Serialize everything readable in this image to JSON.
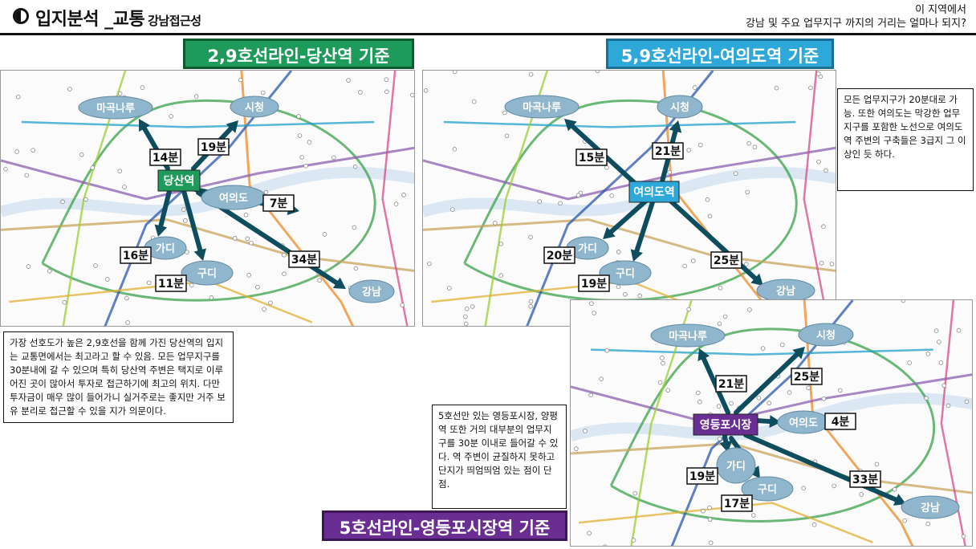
{
  "header": {
    "title": "입지분석 _교통",
    "subtitle": "강남접근성",
    "question_line1": "이 지역에서",
    "question_line2": "강남 및 주요 업무지구 까지의 거리는 얼마나 되지?"
  },
  "maps": [
    {
      "label": "2,9호선라인-당산역 기준",
      "hub": "당산역",
      "destinations": [
        {
          "name": "마곡나루",
          "minutes": "14분"
        },
        {
          "name": "시청",
          "minutes": "19분"
        },
        {
          "name": "여의도",
          "minutes": "7분"
        },
        {
          "name": "가디",
          "minutes": "16분"
        },
        {
          "name": "구디",
          "minutes": "11분"
        },
        {
          "name": "강남",
          "minutes": "34분"
        }
      ]
    },
    {
      "label": "5,9호선라인-여의도역 기준",
      "hub": "여의도역",
      "destinations": [
        {
          "name": "마곡나루",
          "minutes": "15분"
        },
        {
          "name": "시청",
          "minutes": "21분"
        },
        {
          "name": "가디",
          "minutes": "20분"
        },
        {
          "name": "구디",
          "minutes": "19분"
        },
        {
          "name": "강남",
          "minutes": "25분"
        }
      ]
    },
    {
      "label": "5호선라인-영등포시장역 기준",
      "hub": "영등포시장",
      "destinations": [
        {
          "name": "마곡나루",
          "minutes": "21분"
        },
        {
          "name": "시청",
          "minutes": "25분"
        },
        {
          "name": "여의도",
          "minutes": "4분"
        },
        {
          "name": "가디",
          "minutes": "19분"
        },
        {
          "name": "구디",
          "minutes": "17분"
        },
        {
          "name": "강남",
          "minutes": "33분"
        }
      ]
    }
  ],
  "notes": {
    "dangsan": "가장 선호도가 높은 2,9호선을 함께 가진 당산역의 입지는 교통면에서는 최고라고 할 수 있음. 모든 업무지구를 30분내에 갈 수 있으며 특히 당산역 주변은 택지로 이루어진 곳이 많아서 투자로 접근하기에 최고의 위치. 다만 투자금이 매우 많이 들어가니 실거주로는 좋지만 거주 보유 분리로 접근할 수 있을 지가 의문이다.",
    "yeouido": "모든 업무지구가 20분대로 가능. 또한 여의도는 막강한 업무지구를 포함한 노선으로 여의도역 주변의 구축들은 3급지 그 이상인 듯 하다.",
    "yeongdeungpo": "5호선만 있는 영등포시장, 양평역 또한 거의 대부분의 업무지구를 30분 이내로 들어갈 수 있다. 역 주변이 균질하지 못하고 단지가 띄엄띄엄 있는 점이 단점."
  },
  "colors": {
    "arrow": "#0d4d5e",
    "bubble": "#8fb6cc",
    "hub_green": "#1e9a5a",
    "hub_blue": "#2ea8d8",
    "hub_purple": "#6a2e92"
  }
}
